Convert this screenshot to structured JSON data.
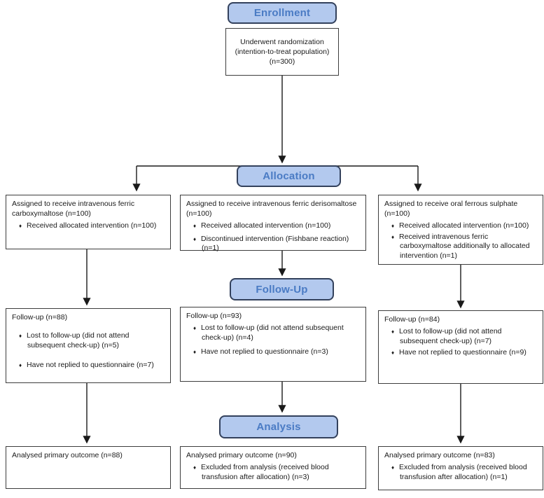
{
  "ui": {
    "bullet_char": "♦"
  },
  "colors": {
    "header_fill": "#b3c9ee",
    "header_border": "#33415c",
    "header_text": "#4a7bc4",
    "box_border": "#3d3d3d",
    "arrow": "#1a1a1a"
  },
  "headers": {
    "enrollment": "Enrollment",
    "allocation": "Allocation",
    "followup": "Follow-Up",
    "analysis": "Analysis"
  },
  "enrollment": {
    "randomization_text": "Underwent randomization\n(intention-to-treat population)\n(n=300)"
  },
  "allocation": {
    "left": {
      "title": "Assigned to receive intravenous ferric carboxymaltose (n=100)",
      "bullets": [
        "Received allocated intervention (n=100)"
      ]
    },
    "center": {
      "title": "Assigned to receive intravenous ferric derisomaltose (n=100)",
      "bullets": [
        "Received allocated intervention (n=100)",
        "Discontinued intervention (Fishbane reaction) (n=1)"
      ]
    },
    "right": {
      "title": "Assigned to receive oral ferrous sulphate (n=100)",
      "bullets": [
        "Received allocated intervention (n=100)",
        "Received intravenous ferric carboxymaltose additionally to allocated intervention (n=1)"
      ]
    }
  },
  "followup": {
    "left": {
      "title": "Follow-up (n=88)",
      "bullets": [
        "Lost to follow-up (did not attend subsequent check-up) (n=5)",
        "Have not replied to questionnaire (n=7)"
      ]
    },
    "center": {
      "title": "Follow-up (n=93)",
      "bullets": [
        "Lost to follow-up (did not attend subsequent check-up) (n=4)",
        "Have not replied to questionnaire (n=3)"
      ]
    },
    "right": {
      "title": "Follow-up (n=84)",
      "bullets": [
        "Lost to follow-up (did not attend subsequent check-up) (n=7)",
        "Have not replied to questionnaire (n=9)"
      ]
    }
  },
  "analysis": {
    "left": {
      "title": "Analysed primary outcome (n=88)"
    },
    "center": {
      "title": "Analysed primary outcome (n=90)",
      "bullets": [
        "Excluded from analysis (received blood transfusion after allocation) (n=3)"
      ]
    },
    "right": {
      "title": "Analysed primary outcome (n=83)",
      "bullets": [
        "Excluded from analysis (received blood transfusion after allocation) (n=1)"
      ]
    }
  }
}
